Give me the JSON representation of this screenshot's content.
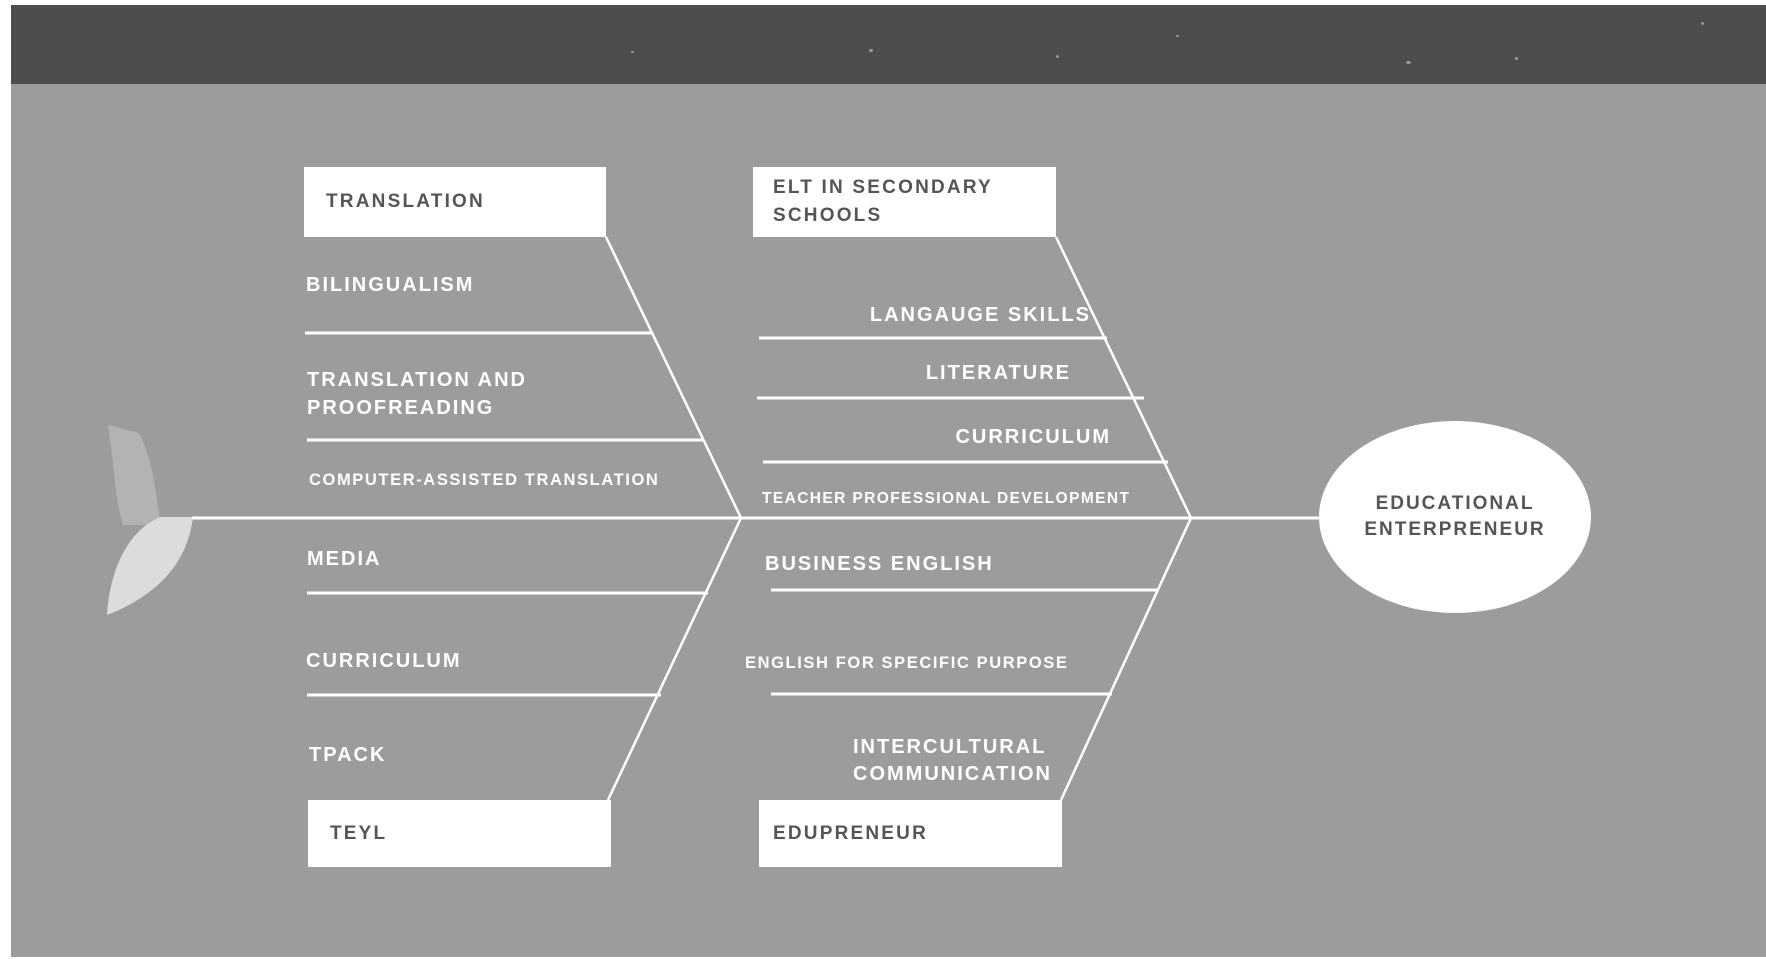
{
  "diagram": {
    "type": "fishbone",
    "head": {
      "line1": "EDUCATIONAL",
      "line2": "ENTERPRENEUR"
    },
    "categories": {
      "translation": {
        "title": "TRANSLATION",
        "causes": [
          "BILINGUALISM",
          "TRANSLATION AND",
          "PROOFREADING",
          "COMPUTER-ASSISTED TRANSLATION"
        ]
      },
      "elt_secondary": {
        "title_line1": "ELT IN SECONDARY",
        "title_line2": "SCHOOLS",
        "causes": [
          "LANGAUGE SKILLS",
          "LITERATURE",
          "CURRICULUM",
          "TEACHER PROFESSIONAL DEVELOPMENT"
        ]
      },
      "teyl": {
        "title": "TEYL",
        "causes": [
          "MEDIA",
          "CURRICULUM",
          "TPACK"
        ]
      },
      "edupreneur": {
        "title": "EDUPRENEUR",
        "causes": [
          "BUSINESS ENGLISH",
          "ENGLISH FOR SPECIFIC PURPOSE",
          "INTERCULTURAL",
          "COMMUNICATION"
        ]
      }
    }
  },
  "colors": {
    "background": "#9c9c9c",
    "band": "#4d4d4d",
    "line": "#ffffff",
    "box": "#ffffff",
    "box_text": "#555555",
    "tail": "#dcdcdc"
  }
}
